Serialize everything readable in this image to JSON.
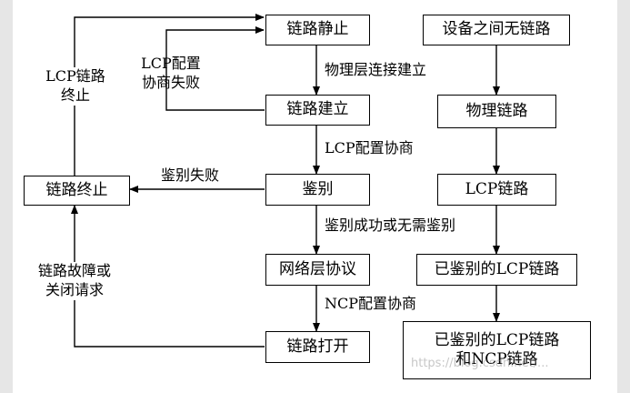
{
  "nodes": {
    "link_static": "链路静止",
    "link_established": "链路建立",
    "authentication": "鉴别",
    "network_layer_protocol": "网络层协议",
    "link_open": "链路打开",
    "link_terminated": "链路终止",
    "no_link_between_devices": "设备之间无链路",
    "physical_link": "物理链路",
    "lcp_link": "LCP链路",
    "authenticated_lcp_link": "已鉴别的LCP链路",
    "authenticated_lcp_and_ncp_link_line1": "已鉴别的LCP链路",
    "authenticated_lcp_and_ncp_link_line2": "和NCP链路"
  },
  "edges": {
    "physical_layer_connection_established": "物理层连接建立",
    "lcp_config_negotiation": "LCP配置协商",
    "auth_success_or_not_needed": "鉴别成功或无需鉴别",
    "ncp_config_negotiation": "NCP配置协商",
    "auth_failed": "鉴别失败",
    "lcp_config_failed_line1": "LCP配置",
    "lcp_config_failed_line2": "协商失败",
    "lcp_link_terminated_line1": "LCP链路",
    "lcp_link_terminated_line2": "终止",
    "link_fault_line1": "链路故障或",
    "link_fault_line2": "关闭请求"
  },
  "watermark": "https://blog.csdn.net/...",
  "colors": {
    "line": "#000000",
    "background": "#ffffff",
    "side_band": "#e6e6e6"
  }
}
